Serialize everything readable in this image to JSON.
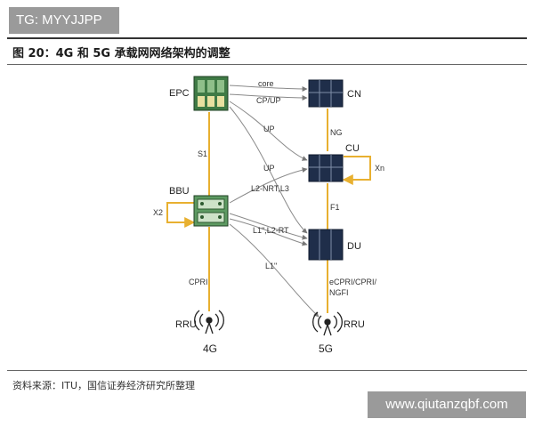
{
  "watermark_top": "TG: MYYJJPP",
  "figure_title": "图 20：4G 和 5G 承载网网络架构的调整",
  "source_note": "资料来源：ITU，国信证券经济研究所整理",
  "watermark_bottom": "www.qiutanzqbf.com",
  "diagram": {
    "nodes_4g": {
      "epc": "EPC",
      "bbu": "BBU",
      "rru": "RRU"
    },
    "nodes_5g": {
      "cn": "CN",
      "cu": "CU",
      "du": "DU",
      "rru": "RRU"
    },
    "links_4g": {
      "s1": "S1",
      "cpri": "CPRI",
      "x2": "X2"
    },
    "links_5g": {
      "ng": "NG",
      "f1": "F1",
      "fronthaul_line1": "eCPRI/CPRI/",
      "fronthaul_line2": "NGFI",
      "xn": "Xn"
    },
    "flows": {
      "core": "core",
      "cp_up": "CP/UP",
      "up_1": "UP",
      "up_2": "UP",
      "l2nrt_l3": "L2-NRT,L3",
      "l1_l2rt": "L1\",L2-RT",
      "l1": "L1\""
    },
    "generations": {
      "g4": "4G",
      "g5": "5G"
    },
    "colors": {
      "equipment_green": "#3f7a45",
      "equipment_navy": "#1f2e4a",
      "link_yellow": "#e8b030",
      "flow_gray": "#8a8a8a"
    }
  }
}
